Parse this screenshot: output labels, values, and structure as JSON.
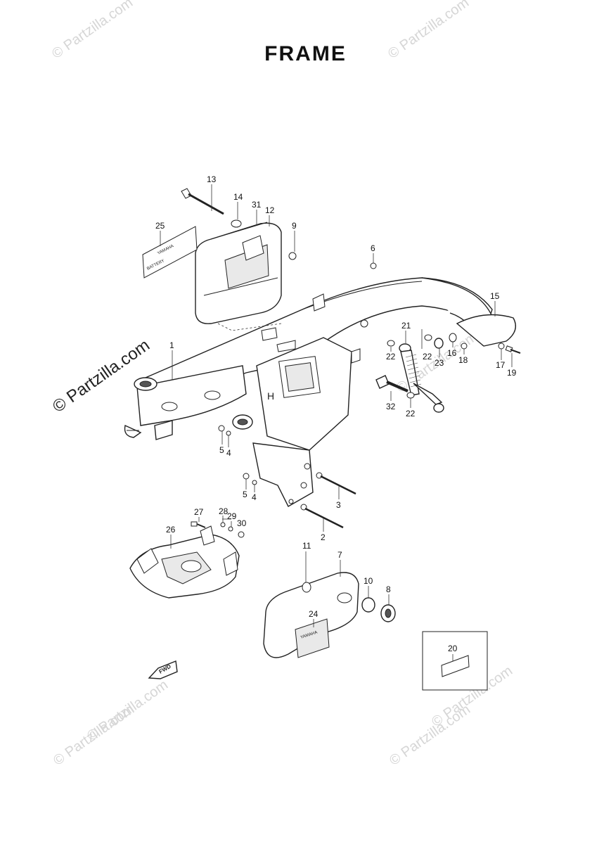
{
  "title": "FRAME",
  "watermarks": {
    "top_left": "© Partzilla.com",
    "top_right": "© Partzilla.com",
    "left_main": "© Partzilla.com",
    "center": "© Partzilla.com",
    "mid_left_bottom": "© Partzilla.com",
    "bottom_right_box": "© Partzilla.com",
    "bottom_left": "© Partzilla.com",
    "bottom_right": "© Partzilla.com"
  },
  "fwd_marker": "FWD",
  "callouts": {
    "c1": "1",
    "c2": "2",
    "c3": "3",
    "c4a": "4",
    "c4b": "4",
    "c5a": "5",
    "c5b": "5",
    "c6": "6",
    "c7": "7",
    "c8": "8",
    "c9": "9",
    "c10": "10",
    "c11": "11",
    "c12": "12",
    "c13": "13",
    "c14": "14",
    "c15": "15",
    "c16": "16",
    "c17": "17",
    "c18": "18",
    "c19": "19",
    "c20": "20",
    "c21": "21",
    "c22a": "22",
    "c22b": "22",
    "c22c": "22",
    "c23": "23",
    "c24": "24",
    "c25": "25",
    "c26": "26",
    "c27": "27",
    "c28": "28",
    "c29": "29",
    "c30": "30",
    "c31": "31",
    "c32": "32"
  }
}
